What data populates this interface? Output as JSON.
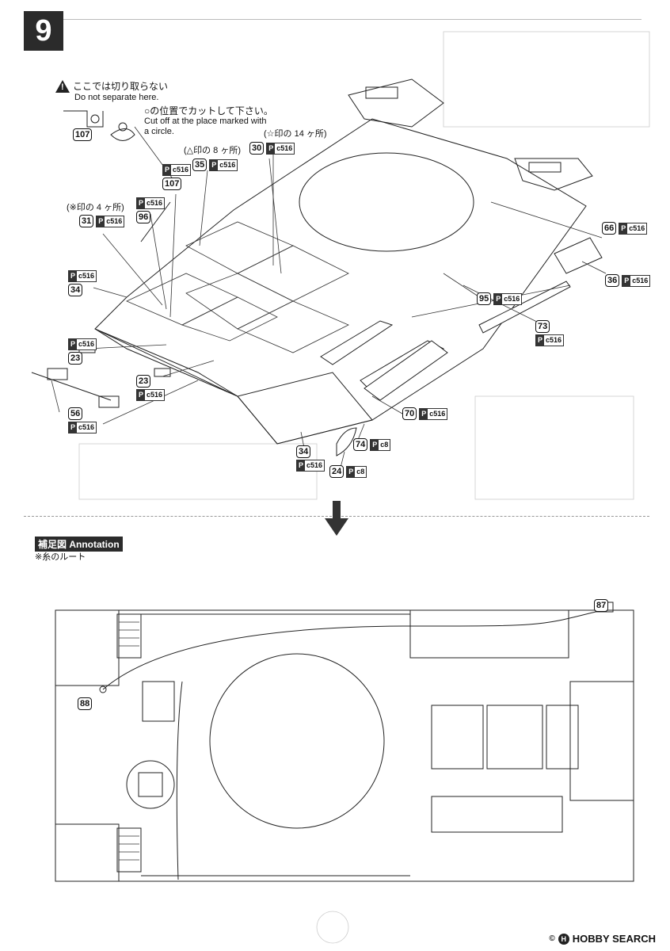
{
  "step": {
    "number": "9"
  },
  "warning": {
    "symbol": "!",
    "jp": "ここでは切り取らない",
    "en": "Do not separate here."
  },
  "cut_note": {
    "jp": "○の位置でカットして下さい。",
    "en_line1": "Cut off at the place marked with",
    "en_line2": "a circle."
  },
  "notes": {
    "triangle_8": "(△印の 8 ヶ所)",
    "star_14": "(☆印の 14 ヶ所)",
    "asterisk_4": "(※印の 4 ヶ所)"
  },
  "parts": {
    "p107_top": "107",
    "p107": "107",
    "p35": "35",
    "p30": "30",
    "p96": "96",
    "p31": "31",
    "p34a": "34",
    "p23a": "23",
    "p23b": "23",
    "p56": "56",
    "p66": "66",
    "p36": "36",
    "p95": "95",
    "p73": "73",
    "p70": "70",
    "p74": "74",
    "p34b": "34",
    "p24": "24",
    "p87": "87",
    "p88": "88"
  },
  "runners": {
    "p": "P",
    "c516": "c516",
    "c8": "c8"
  },
  "annotation": {
    "title": "補足図 Annotation",
    "subtitle": "※糸のルート"
  },
  "watermark": {
    "logo": "H",
    "text": "HOBBY SEARCH",
    "copyright": "©"
  }
}
